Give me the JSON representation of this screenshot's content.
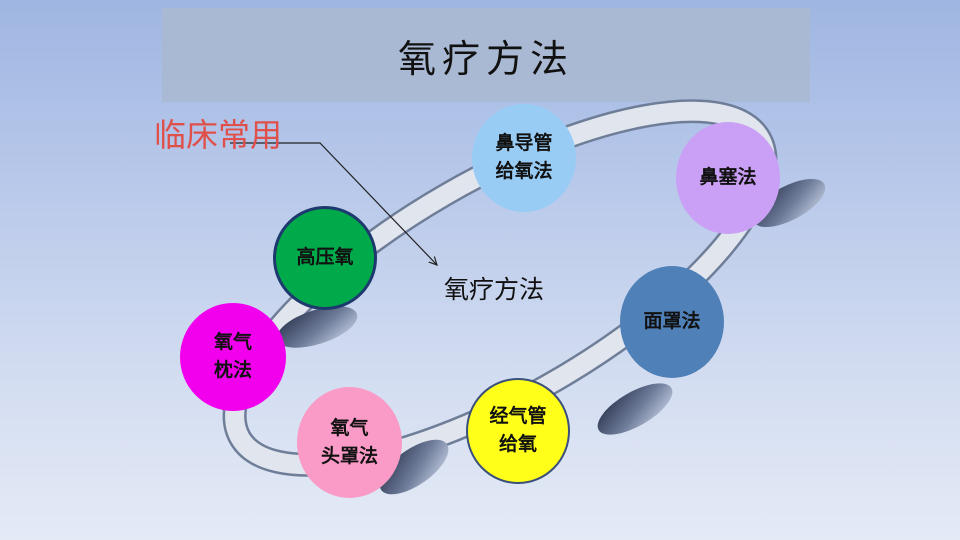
{
  "slide": {
    "title": "氧疗方法",
    "callout": "临床常用",
    "center_label": "氧疗方法"
  },
  "nodes": [
    {
      "id": "nasal-cannula",
      "label": "鼻导管\n给氧法",
      "color": "#99ccf5"
    },
    {
      "id": "nasal-plug",
      "label": "鼻塞法",
      "color": "#c9a0f5"
    },
    {
      "id": "face-mask",
      "label": "面罩法",
      "color": "#4f80b8"
    },
    {
      "id": "tracheal-tube",
      "label": "经气管\n给氧",
      "color": "#ffff1a"
    },
    {
      "id": "oxygen-hood",
      "label": "氧气\n头罩法",
      "color": "#fa9ac6"
    },
    {
      "id": "oxygen-pillow",
      "label": "氧气\n枕法",
      "color": "#f200ee"
    },
    {
      "id": "hyperbaric",
      "label": "高压氧",
      "color": "#00aa4a"
    }
  ]
}
